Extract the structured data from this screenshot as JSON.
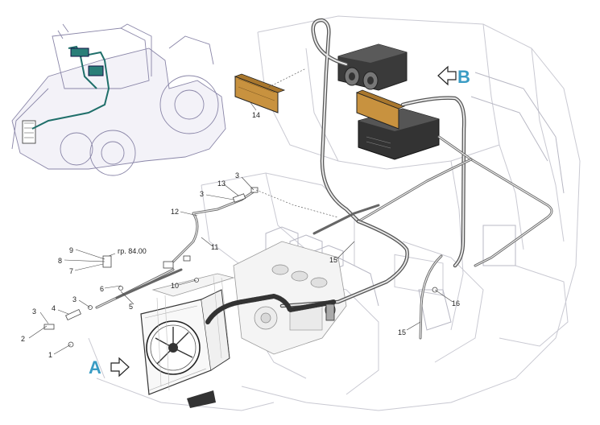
{
  "callouts": {
    "c1": "1",
    "c2": "2",
    "c3a": "3",
    "c4": "4",
    "c3b": "3",
    "c5": "5",
    "c6": "6",
    "c7": "7",
    "c8": "8",
    "c9": "9",
    "c10": "10",
    "c11": "11",
    "c12": "12",
    "c13": "13",
    "c3c": "3",
    "c3d": "3",
    "c14": "14",
    "c15a": "15",
    "c15b": "15",
    "c16": "16"
  },
  "reference": "гр. 84.00",
  "markers": {
    "a": "A",
    "b": "B"
  },
  "colors": {
    "marker": "#3a9cc4",
    "hose": "#555555",
    "tractor": "#8a86a8",
    "highlight": "#1f6f6a",
    "filter": "#c8923f"
  },
  "icons": {
    "arrow_a": "arrow-right-icon",
    "arrow_b": "arrow-left-icon"
  }
}
